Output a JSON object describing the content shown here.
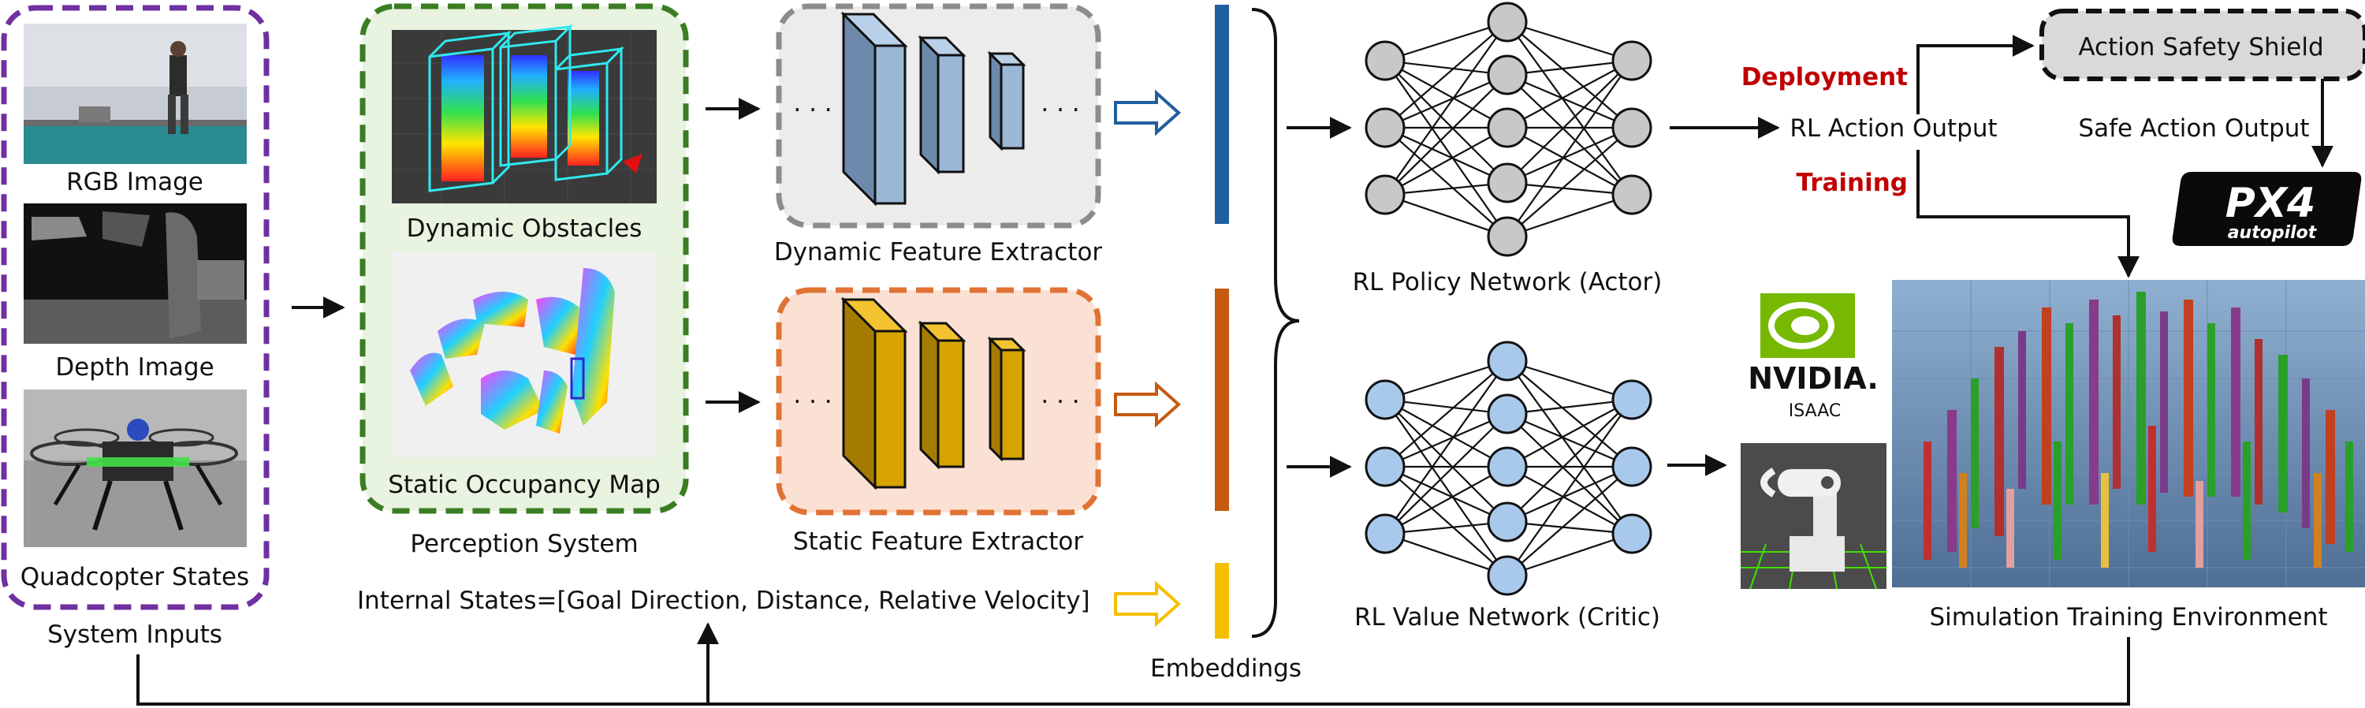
{
  "system_inputs": {
    "title": "System Inputs",
    "rgb_label": "RGB Image",
    "depth_label": "Depth Image",
    "quad_label": "Quadcopter States"
  },
  "perception": {
    "title": "Perception System",
    "dynamic_label": "Dynamic Obstacles",
    "static_label": "Static Occupancy Map"
  },
  "extractors": {
    "dynamic_title": "Dynamic Feature Extractor",
    "static_title": "Static Feature Extractor",
    "ellipsis": "· · ·"
  },
  "internal_states": "Internal States=[Goal Direction, Distance, Relative Velocity]",
  "embeddings_label": "Embeddings",
  "networks": {
    "actor_label": "RL Policy Network (Actor)",
    "critic_label": "RL Value Network (Critic)"
  },
  "output": {
    "deployment": "Deployment",
    "training": "Training",
    "rl_action": "RL Action Output",
    "shield": "Action Safety Shield",
    "safe_action": "Safe Action Output"
  },
  "logos": {
    "px4_main": "PX4",
    "px4_sub": "autopilot",
    "nvidia": "NVIDIA.",
    "isaac": "ISAAC"
  },
  "simulation_label": "Simulation Training Environment",
  "colors": {
    "purple": "#7030a0",
    "green": "#3a7d22",
    "gray": "#8c8c8c",
    "orange": "#e07333",
    "blue_bar": "#1f5fa0",
    "orange_bar": "#c55a11",
    "yellow_bar": "#f5c000",
    "red_text": "#c00000",
    "blue_block": "#9ab7d6",
    "gold_block": "#d7a300",
    "node_gray": "#c8c8c8",
    "node_blue": "#a9c9ec"
  }
}
